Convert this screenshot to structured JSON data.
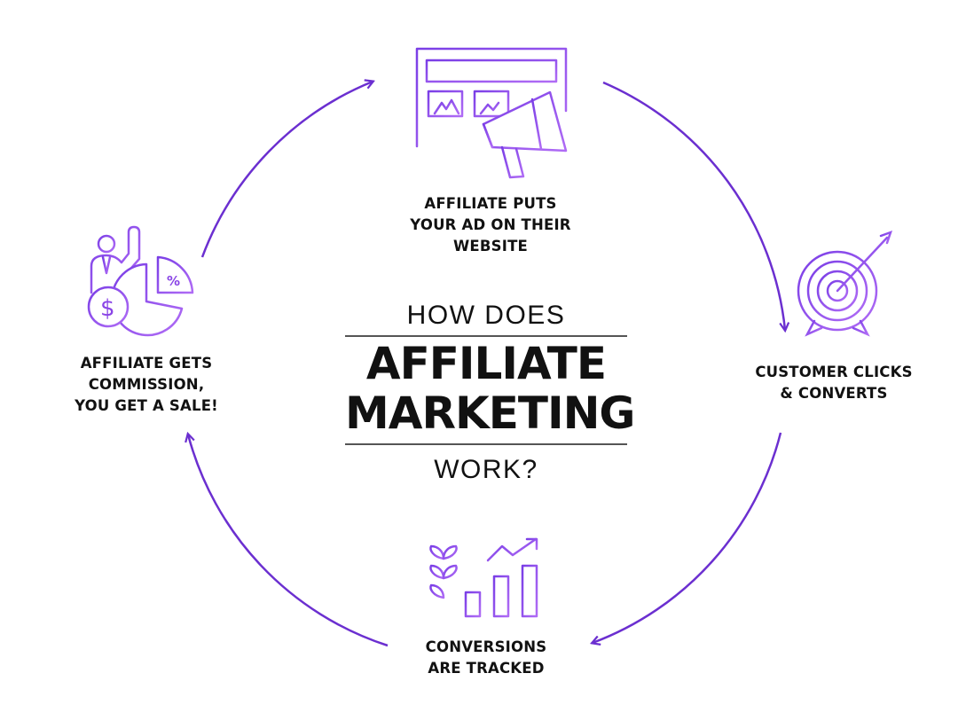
{
  "title": {
    "line1": "HOW DOES",
    "line2": "AFFILIATE",
    "line3": "MARKETING",
    "line4": "WORK?"
  },
  "steps": [
    {
      "lines": [
        "AFFILIATE PUTS",
        "YOUR AD ON THEIR",
        "WEBSITE"
      ],
      "icon": "website-megaphone-icon"
    },
    {
      "lines": [
        "CUSTOMER CLICKS",
        "& CONVERTS"
      ],
      "icon": "target-arrow-icon"
    },
    {
      "lines": [
        "CONVERSIONS",
        "ARE TRACKED"
      ],
      "icon": "growth-chart-icon"
    },
    {
      "lines": [
        "AFFILIATE GETS",
        "COMMISSION,",
        "YOU GET A SALE!"
      ],
      "icon": "commission-person-icon"
    }
  ],
  "colors": {
    "accent": "#6b2fd0",
    "icon": "#8a45e6",
    "text": "#111111"
  }
}
